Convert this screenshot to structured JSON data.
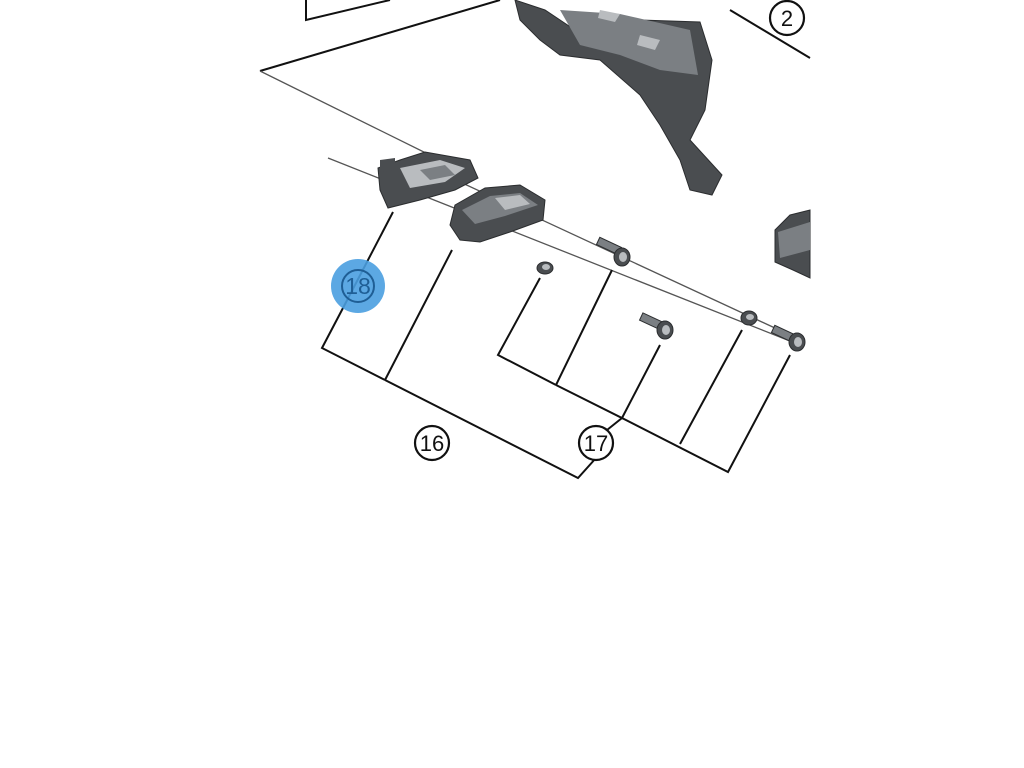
{
  "callouts": [
    {
      "id": "callout-2",
      "label": "2",
      "selected": false
    },
    {
      "id": "callout-16",
      "label": "16",
      "selected": false
    },
    {
      "id": "callout-17",
      "label": "17",
      "selected": false
    },
    {
      "id": "callout-18",
      "label": "18",
      "selected": true
    }
  ],
  "colors": {
    "selected_highlight": "#4a9fe0",
    "line": "#111111",
    "part": "#5a5d60"
  }
}
